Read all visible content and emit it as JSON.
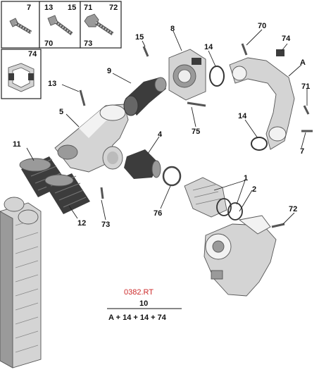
{
  "colors": {
    "reference_code": "#cc2a2a",
    "callout_text": "#111111"
  },
  "legend_boxes": [
    {
      "top_label": "7",
      "bottom_label": ""
    },
    {
      "top_label": "13",
      "top_label_2": "15",
      "bottom_label": "70"
    },
    {
      "top_label": "71",
      "top_label_2": "72",
      "bottom_label": "73"
    },
    {
      "top_label": "74",
      "bottom_label": ""
    }
  ],
  "callouts": {
    "c1": "1",
    "c2": "2",
    "c4": "4",
    "c5": "5",
    "c7": "7",
    "c8": "8",
    "c9": "9",
    "c11": "11",
    "c12": "12",
    "c13": "13",
    "c14a": "14",
    "c14b": "14",
    "c15": "15",
    "c70": "70",
    "c71": "71",
    "c72": "72",
    "c73": "73",
    "c74": "74",
    "c75": "75",
    "c76": "76",
    "cA": "A"
  },
  "reference_code": "0382.RT",
  "kit": {
    "number": "10",
    "formula": "A + 14 + 14 + 74"
  }
}
